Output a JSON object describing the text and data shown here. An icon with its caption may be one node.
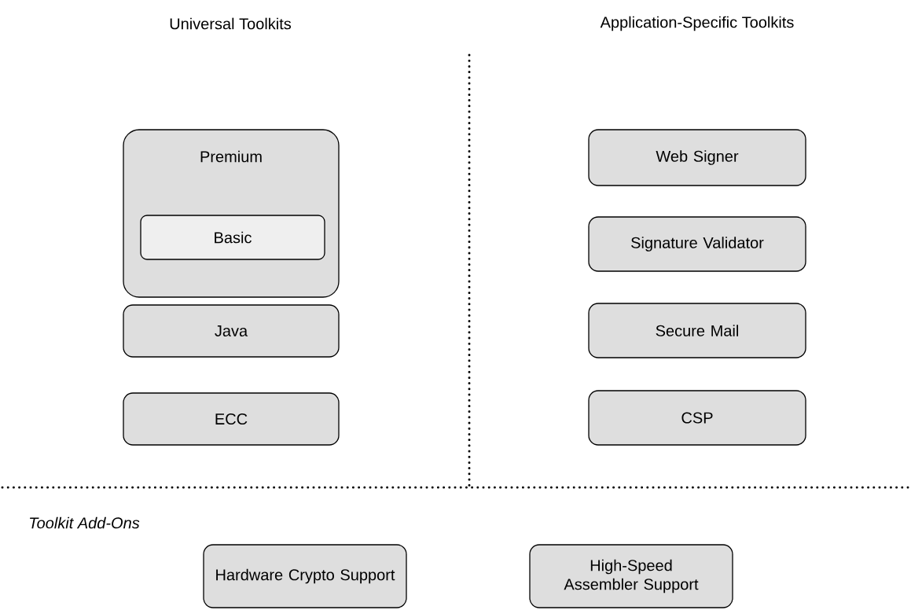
{
  "diagram": {
    "nodes": [
      {
        "text": [
          "Premium"
        ]
      },
      {
        "text": [
          "Basic"
        ],
        "in": 0
      },
      {
        "text": [
          "Java"
        ]
      },
      {
        "text": [
          "ECC"
        ]
      },
      {
        "text": [
          "Web Signer"
        ]
      },
      {
        "text": [
          "Signature Validator"
        ]
      },
      {
        "text": [
          "Secure Mail"
        ]
      },
      {
        "text": [
          "CSP"
        ]
      },
      {
        "text": [
          "Hardware Crypto Support"
        ]
      },
      {
        "text": [
          "High-Speed Assembler Support"
        ]
      }
    ],
    "labels": [
      "Universal Toolkits",
      "Application-Specific Toolkits",
      "Toolkit Add-Ons"
    ]
  }
}
